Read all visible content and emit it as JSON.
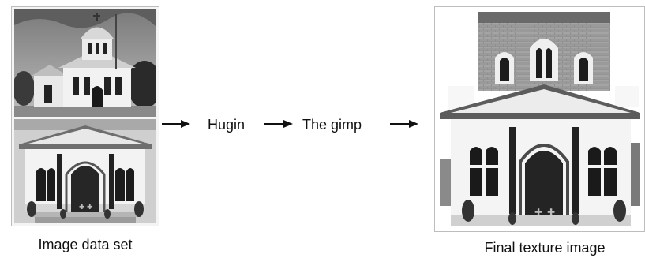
{
  "flow": {
    "steps": [
      "Hugin",
      "The gimp"
    ]
  },
  "input_panel": {
    "caption": "Image data set",
    "photos": [
      "church-exterior-photo",
      "church-facade-photo"
    ]
  },
  "output_panel": {
    "caption": "Final texture image",
    "photo": "stitched-facade-texture"
  },
  "colors": {
    "frame": "#bdbdbd",
    "arrow": "#111111",
    "text": "#111111"
  }
}
